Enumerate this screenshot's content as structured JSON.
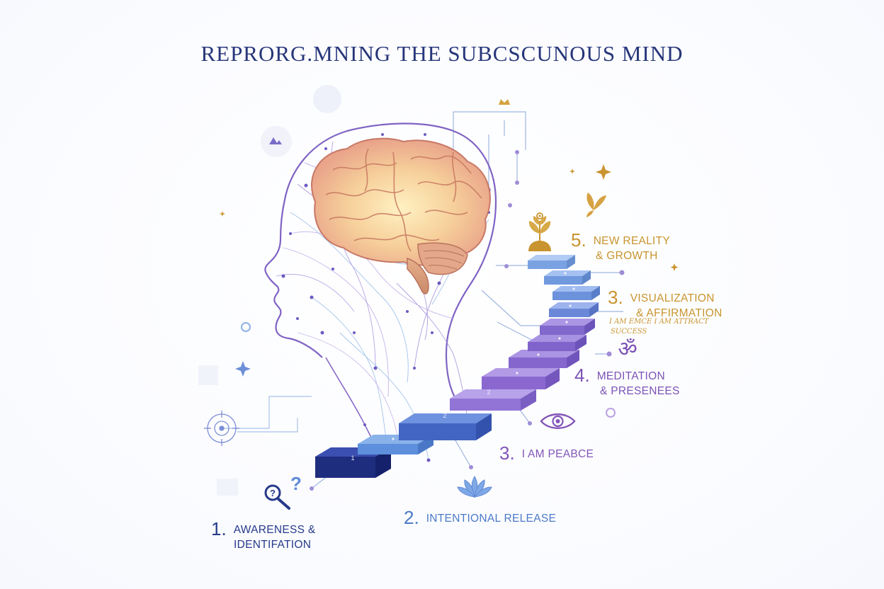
{
  "title": "REPRORG.MNING THE SUBCSCUNOUS MIND",
  "steps": [
    {
      "num": "1.",
      "line1": "AWARENESS &",
      "line2": "IDENTIFATION",
      "color": "#263a8a"
    },
    {
      "num": "2.",
      "line1": "INTENTIONAL RELEASE",
      "color": "#4b79c8"
    },
    {
      "num": "3.",
      "line1": "I AM PEABCE",
      "color": "#8356b8"
    },
    {
      "num": "4.",
      "line1": "MEDITATION",
      "line2": "& PRESENEES",
      "color": "#7b52b5"
    },
    {
      "num": "3.",
      "line1": "VISUALIZATION",
      "line2": "& AFFIRMATION",
      "color": "#c9942f"
    },
    {
      "num": "5.",
      "line1": "NEW REALITY",
      "line2": "& GROWTH",
      "color": "#c9942f"
    }
  ],
  "affirmations": {
    "line1": "I AM EMCE   I AM ATTRACT",
    "line2": "SUCCESS"
  },
  "stair_numbers": [
    "1",
    "2",
    "2"
  ],
  "icons": [
    "question-search-icon",
    "lotus-icon",
    "eye-icon",
    "om-icon",
    "plant-icon",
    "butterfly-icon",
    "crown-icon",
    "sparkle-icon",
    "target-icon",
    "mountain-icon",
    "brain-icon",
    "head-silhouette"
  ]
}
